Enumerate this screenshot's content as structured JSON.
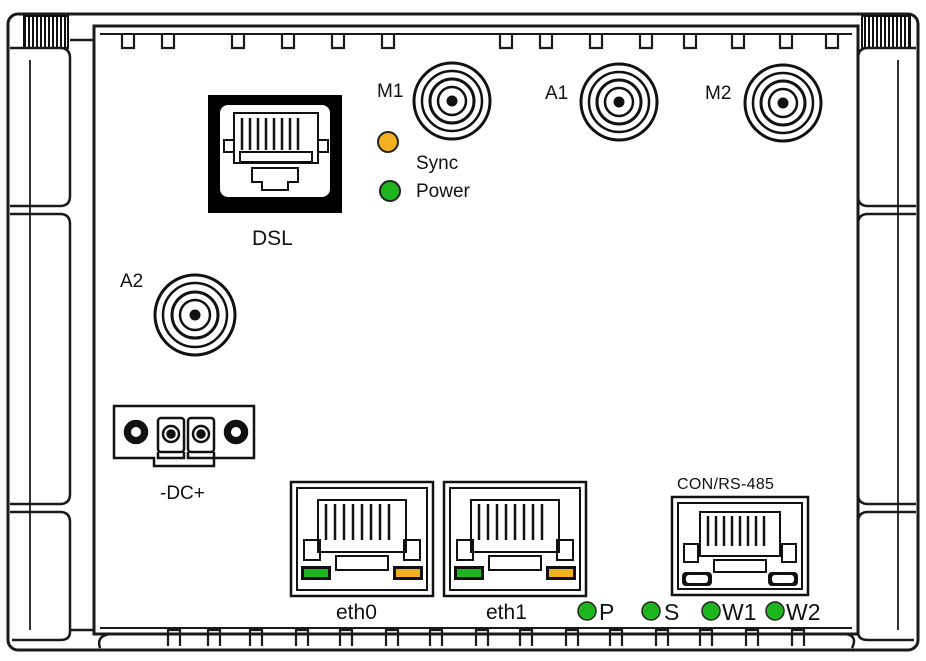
{
  "labels": {
    "m1": "M1",
    "a1": "A1",
    "m2": "M2",
    "a2": "A2",
    "dsl": "DSL",
    "sync": "Sync",
    "power": "Power",
    "dc": "-DC+",
    "eth0": "eth0",
    "eth1": "eth1",
    "con": "CON/RS-485",
    "p": "P",
    "s": "S",
    "w1": "W1",
    "w2": "W2"
  },
  "colors": {
    "led_green": "#1fb51f",
    "led_amber": "#f2b01e",
    "port_black": "#000000",
    "outline": "#1a1a1a"
  }
}
